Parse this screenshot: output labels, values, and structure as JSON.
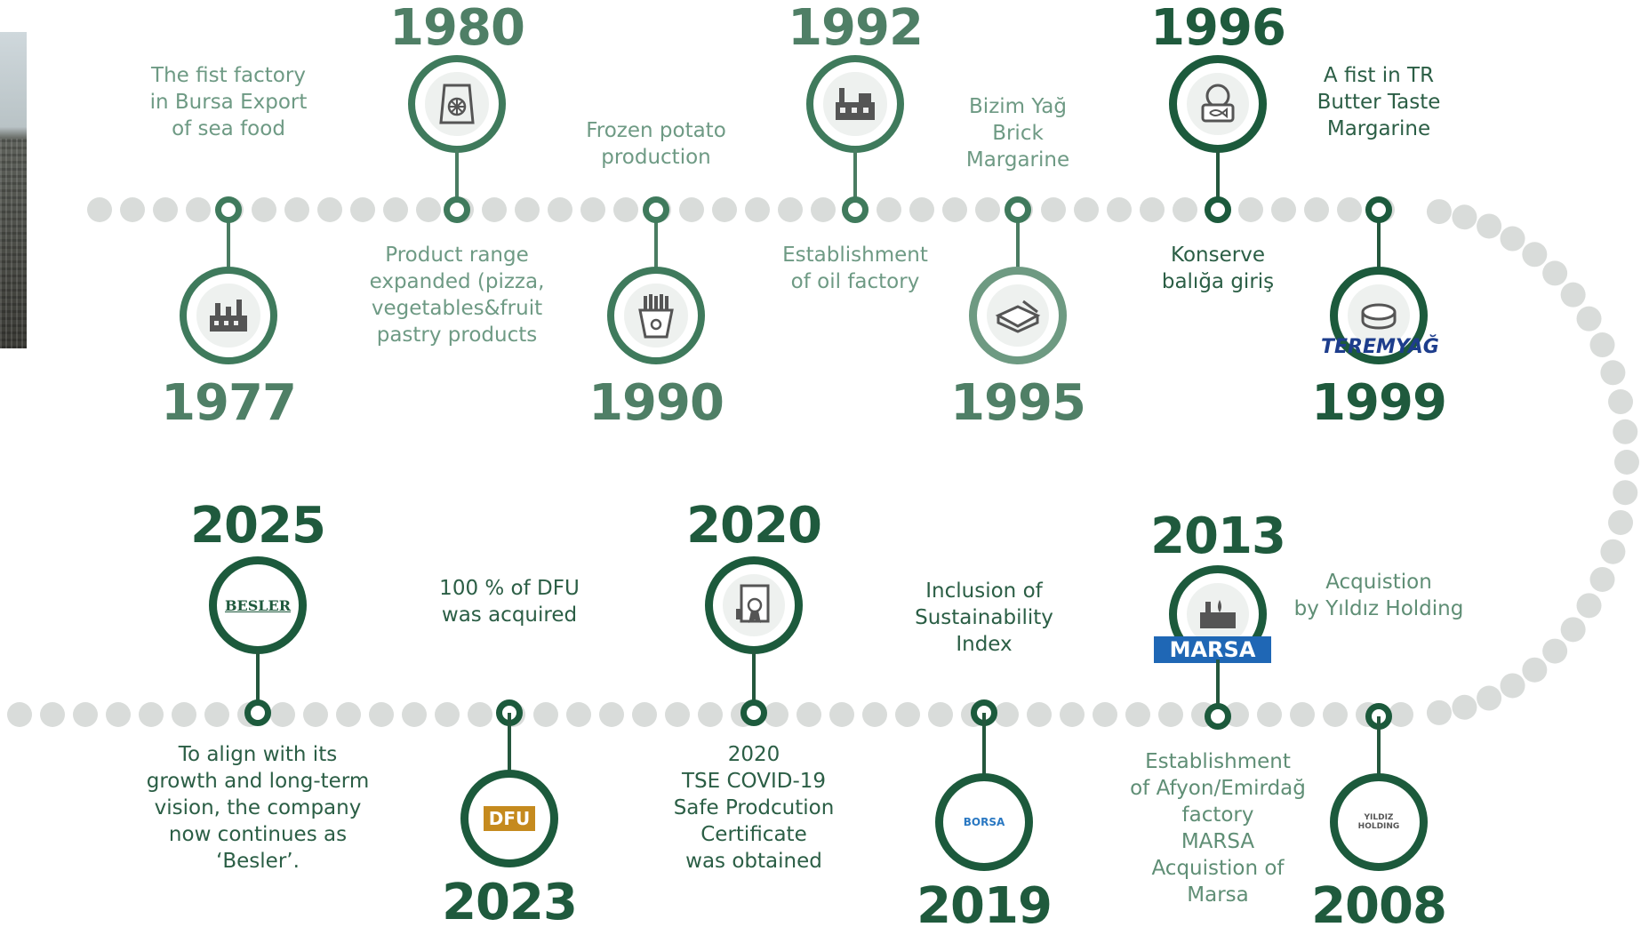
{
  "colors": {
    "primary": "#3f7a5c",
    "dark": "#1c5a3c",
    "text_light": "#6e9a84",
    "dot": "#d9dcda"
  },
  "top_row": [
    {
      "year": "1977",
      "label": "The fist factory\nin Bursa Export\nof sea food",
      "icon": "factory-icon"
    },
    {
      "year": "1980",
      "label": "Product range\nexpanded (pizza,\nvegetables&fruit\npastry products",
      "icon": "frozen-bag-icon"
    },
    {
      "year": "1990",
      "label": "Frozen potato\nproduction",
      "icon": "fries-icon"
    },
    {
      "year": "1992",
      "label": "Establishment\nof oil factory",
      "icon": "oil-factory-icon"
    },
    {
      "year": "1995",
      "label": "Bizim Yağ\nBrick\nMargarine",
      "icon": "butter-icon"
    },
    {
      "year": "1996",
      "label": "Konserve\nbalığa giriş",
      "icon": "fish-can-icon"
    },
    {
      "year": "1999",
      "label": "A fist in TR\nButter Taste\nMargarine",
      "icon": "margarine-tub-icon",
      "brand": "TEREMYAĞ"
    }
  ],
  "bottom_row": [
    {
      "year": "2025",
      "label": "To align with its\ngrowth and long-term\nvision, the company\nnow continues as\n‘Besler’.",
      "icon": "besler-logo-icon",
      "brand": "BESLER"
    },
    {
      "year": "2023",
      "label": "100 % of DFU\nwas acquired",
      "icon": "dfu-logo-icon",
      "brand": "DFU"
    },
    {
      "year": "2020",
      "label": "2020\nTSE COVID-19\nSafe Prodcution\nCertificate\nwas obtained",
      "icon": "certificate-icon"
    },
    {
      "year": "2019",
      "label": "Inclusion of\nSustainability\nIndex",
      "icon": "borsa-istanbul-logo-icon",
      "brand": "BORSA"
    },
    {
      "year": "2013",
      "label": "Establishment\nof Afyon/Emirdağ\nfactory\nMARSA\nAcquistion of\nMarsa",
      "icon": "marsa-factory-icon",
      "brand": "MARSA"
    },
    {
      "year": "2008",
      "label": "Acquistion\nby Yıldız Holding",
      "icon": "yildiz-holding-logo-icon",
      "brand": "YILDIZ HOLDING"
    }
  ]
}
